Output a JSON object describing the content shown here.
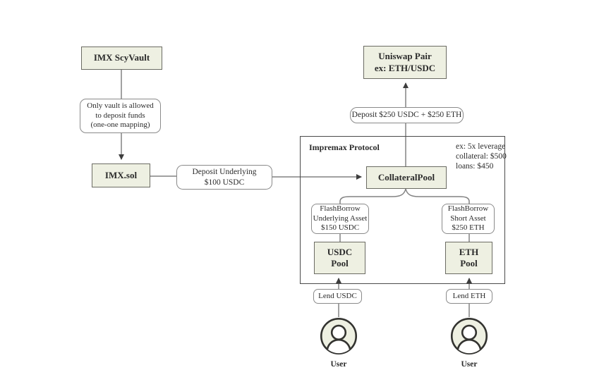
{
  "colors": {
    "box_fill": "#eef0e2",
    "box_border": "#6b6b63",
    "container_border": "#4a4a4a",
    "note_border": "#8a8a8a",
    "line": "#828282",
    "arrowhead": "#3d3d3d",
    "text": "#2b2b2b"
  },
  "nodes": {
    "imx_scyvault": {
      "label": "IMX ScyVault"
    },
    "only_vault_note": {
      "lines": [
        "Only vault is allowed",
        "to deposit funds",
        "(one-one mapping)"
      ]
    },
    "imx_sol": {
      "label": "IMX.sol"
    },
    "deposit_underlying_note": {
      "lines": [
        "Deposit Underlying",
        "$100 USDC"
      ]
    },
    "uniswap_pair": {
      "lines": [
        "Uniswap Pair",
        "ex: ETH/USDC"
      ]
    },
    "deposit_lp_note": {
      "label": "Deposit $250 USDC + $250 ETH"
    },
    "impremax_protocol": {
      "title": "Impremax Protocol",
      "example_lines": [
        "ex: 5x leverage",
        "collateral: $500",
        "loans: $450"
      ]
    },
    "collateral_pool": {
      "label": "CollateralPool"
    },
    "flashborrow_underlying": {
      "lines": [
        "FlashBorrow",
        "Underlying Asset",
        "$150 USDC"
      ]
    },
    "flashborrow_short": {
      "lines": [
        "FlashBorrow",
        "Short Asset",
        "$250 ETH"
      ]
    },
    "usdc_pool": {
      "lines": [
        "USDC",
        "Pool"
      ]
    },
    "eth_pool": {
      "lines": [
        "ETH",
        "Pool"
      ]
    },
    "lend_usdc_note": {
      "label": "Lend USDC"
    },
    "lend_eth_note": {
      "label": "Lend ETH"
    },
    "user_left": {
      "label": "User"
    },
    "user_right": {
      "label": "User"
    }
  }
}
